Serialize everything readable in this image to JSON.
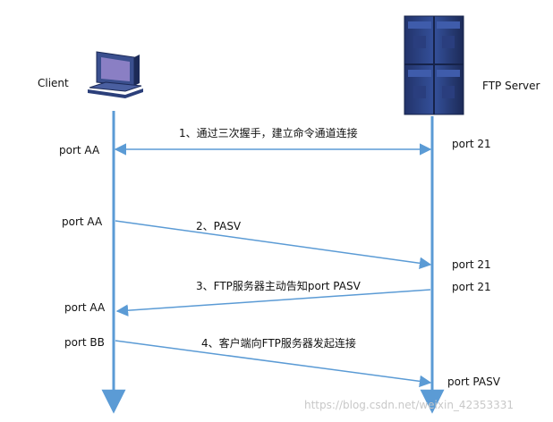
{
  "nodes": {
    "client": {
      "label": "Client"
    },
    "server": {
      "label": "FTP Server"
    }
  },
  "ports": {
    "client_1": "port AA",
    "client_2": "port AA",
    "client_3": "port AA",
    "client_4": "port BB",
    "server_1": "port 21",
    "server_2": "port 21",
    "server_3": "port 21",
    "server_4": "port PASV"
  },
  "messages": [
    {
      "text": "1、通过三次握手，建立命令通道连接"
    },
    {
      "text": "2、PASV"
    },
    {
      "text": "3、FTP服务器主动告知port PASV"
    },
    {
      "text": "4、客户端向FTP服务器发起连接"
    }
  ],
  "watermark": "https://blog.csdn.net/weixin_42353331",
  "colors": {
    "lifeline": "#5b9bd5",
    "server_body": "#2b3f7a",
    "server_dark": "#1c2a57",
    "monitor": "#3a4f8e",
    "screen": "#8a7fc4"
  }
}
